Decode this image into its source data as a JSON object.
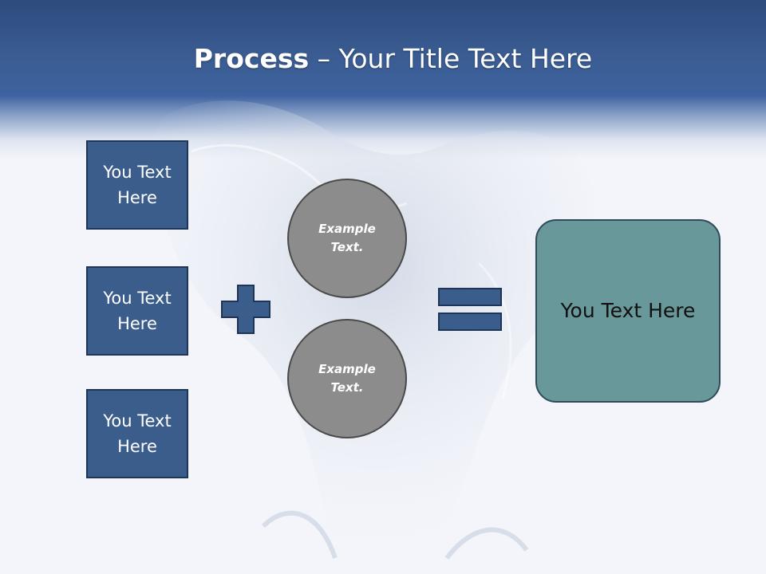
{
  "slide": {
    "title_bold": "Process",
    "title_rest": " – Your Title Text Here"
  },
  "inputs": [
    {
      "label": "You Text Here"
    },
    {
      "label": "You Text Here"
    },
    {
      "label": "You Text Here"
    }
  ],
  "examples": [
    {
      "label": "Example Text."
    },
    {
      "label": "Example Text."
    }
  ],
  "result": {
    "label": "You Text Here"
  },
  "icons": {
    "operator_plus": "plus-icon",
    "operator_equals": "equals-icon"
  },
  "colors": {
    "header": "#3a5c92",
    "input_box": "#3b5d8c",
    "circle": "#8c8c8c",
    "result_box": "#68989a"
  }
}
